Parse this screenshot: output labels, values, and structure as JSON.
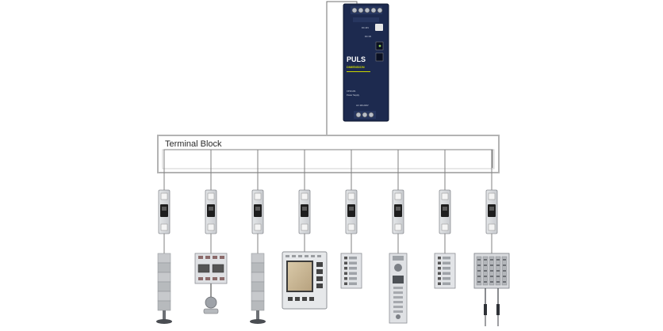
{
  "terminal_block": {
    "label": "Terminal Block"
  },
  "power_supply": {
    "brand": "PULS",
    "sub_brand": "DIMENSION",
    "model_text": "CP10.241",
    "type_text": "Power Supply",
    "input_text": "AC 100-240V",
    "dc_ok_text": "DC OK",
    "output_text": "DC 24V",
    "colors": {
      "body": "#1d2a4f",
      "accent": "#c8d400"
    }
  },
  "breakers": [
    {
      "name": "circuit-breaker-1"
    },
    {
      "name": "circuit-breaker-2"
    },
    {
      "name": "circuit-breaker-3"
    },
    {
      "name": "circuit-breaker-4"
    },
    {
      "name": "circuit-breaker-5"
    },
    {
      "name": "circuit-breaker-6"
    },
    {
      "name": "circuit-breaker-7"
    },
    {
      "name": "circuit-breaker-8"
    }
  ],
  "loads": [
    {
      "name": "signal-tower-lamp",
      "icon": "signal-tower-icon"
    },
    {
      "name": "relay-module-with-sensor",
      "icon": "relay-module-icon"
    },
    {
      "name": "signal-tower-lamp-2",
      "icon": "signal-tower-icon"
    },
    {
      "name": "hmi-display-panel",
      "icon": "hmi-display-icon"
    },
    {
      "name": "io-module-1",
      "icon": "io-module-icon"
    },
    {
      "name": "controller-module",
      "icon": "controller-icon"
    },
    {
      "name": "io-module-2",
      "icon": "io-module-icon"
    },
    {
      "name": "plc-with-probes",
      "icon": "plc-icon"
    }
  ]
}
